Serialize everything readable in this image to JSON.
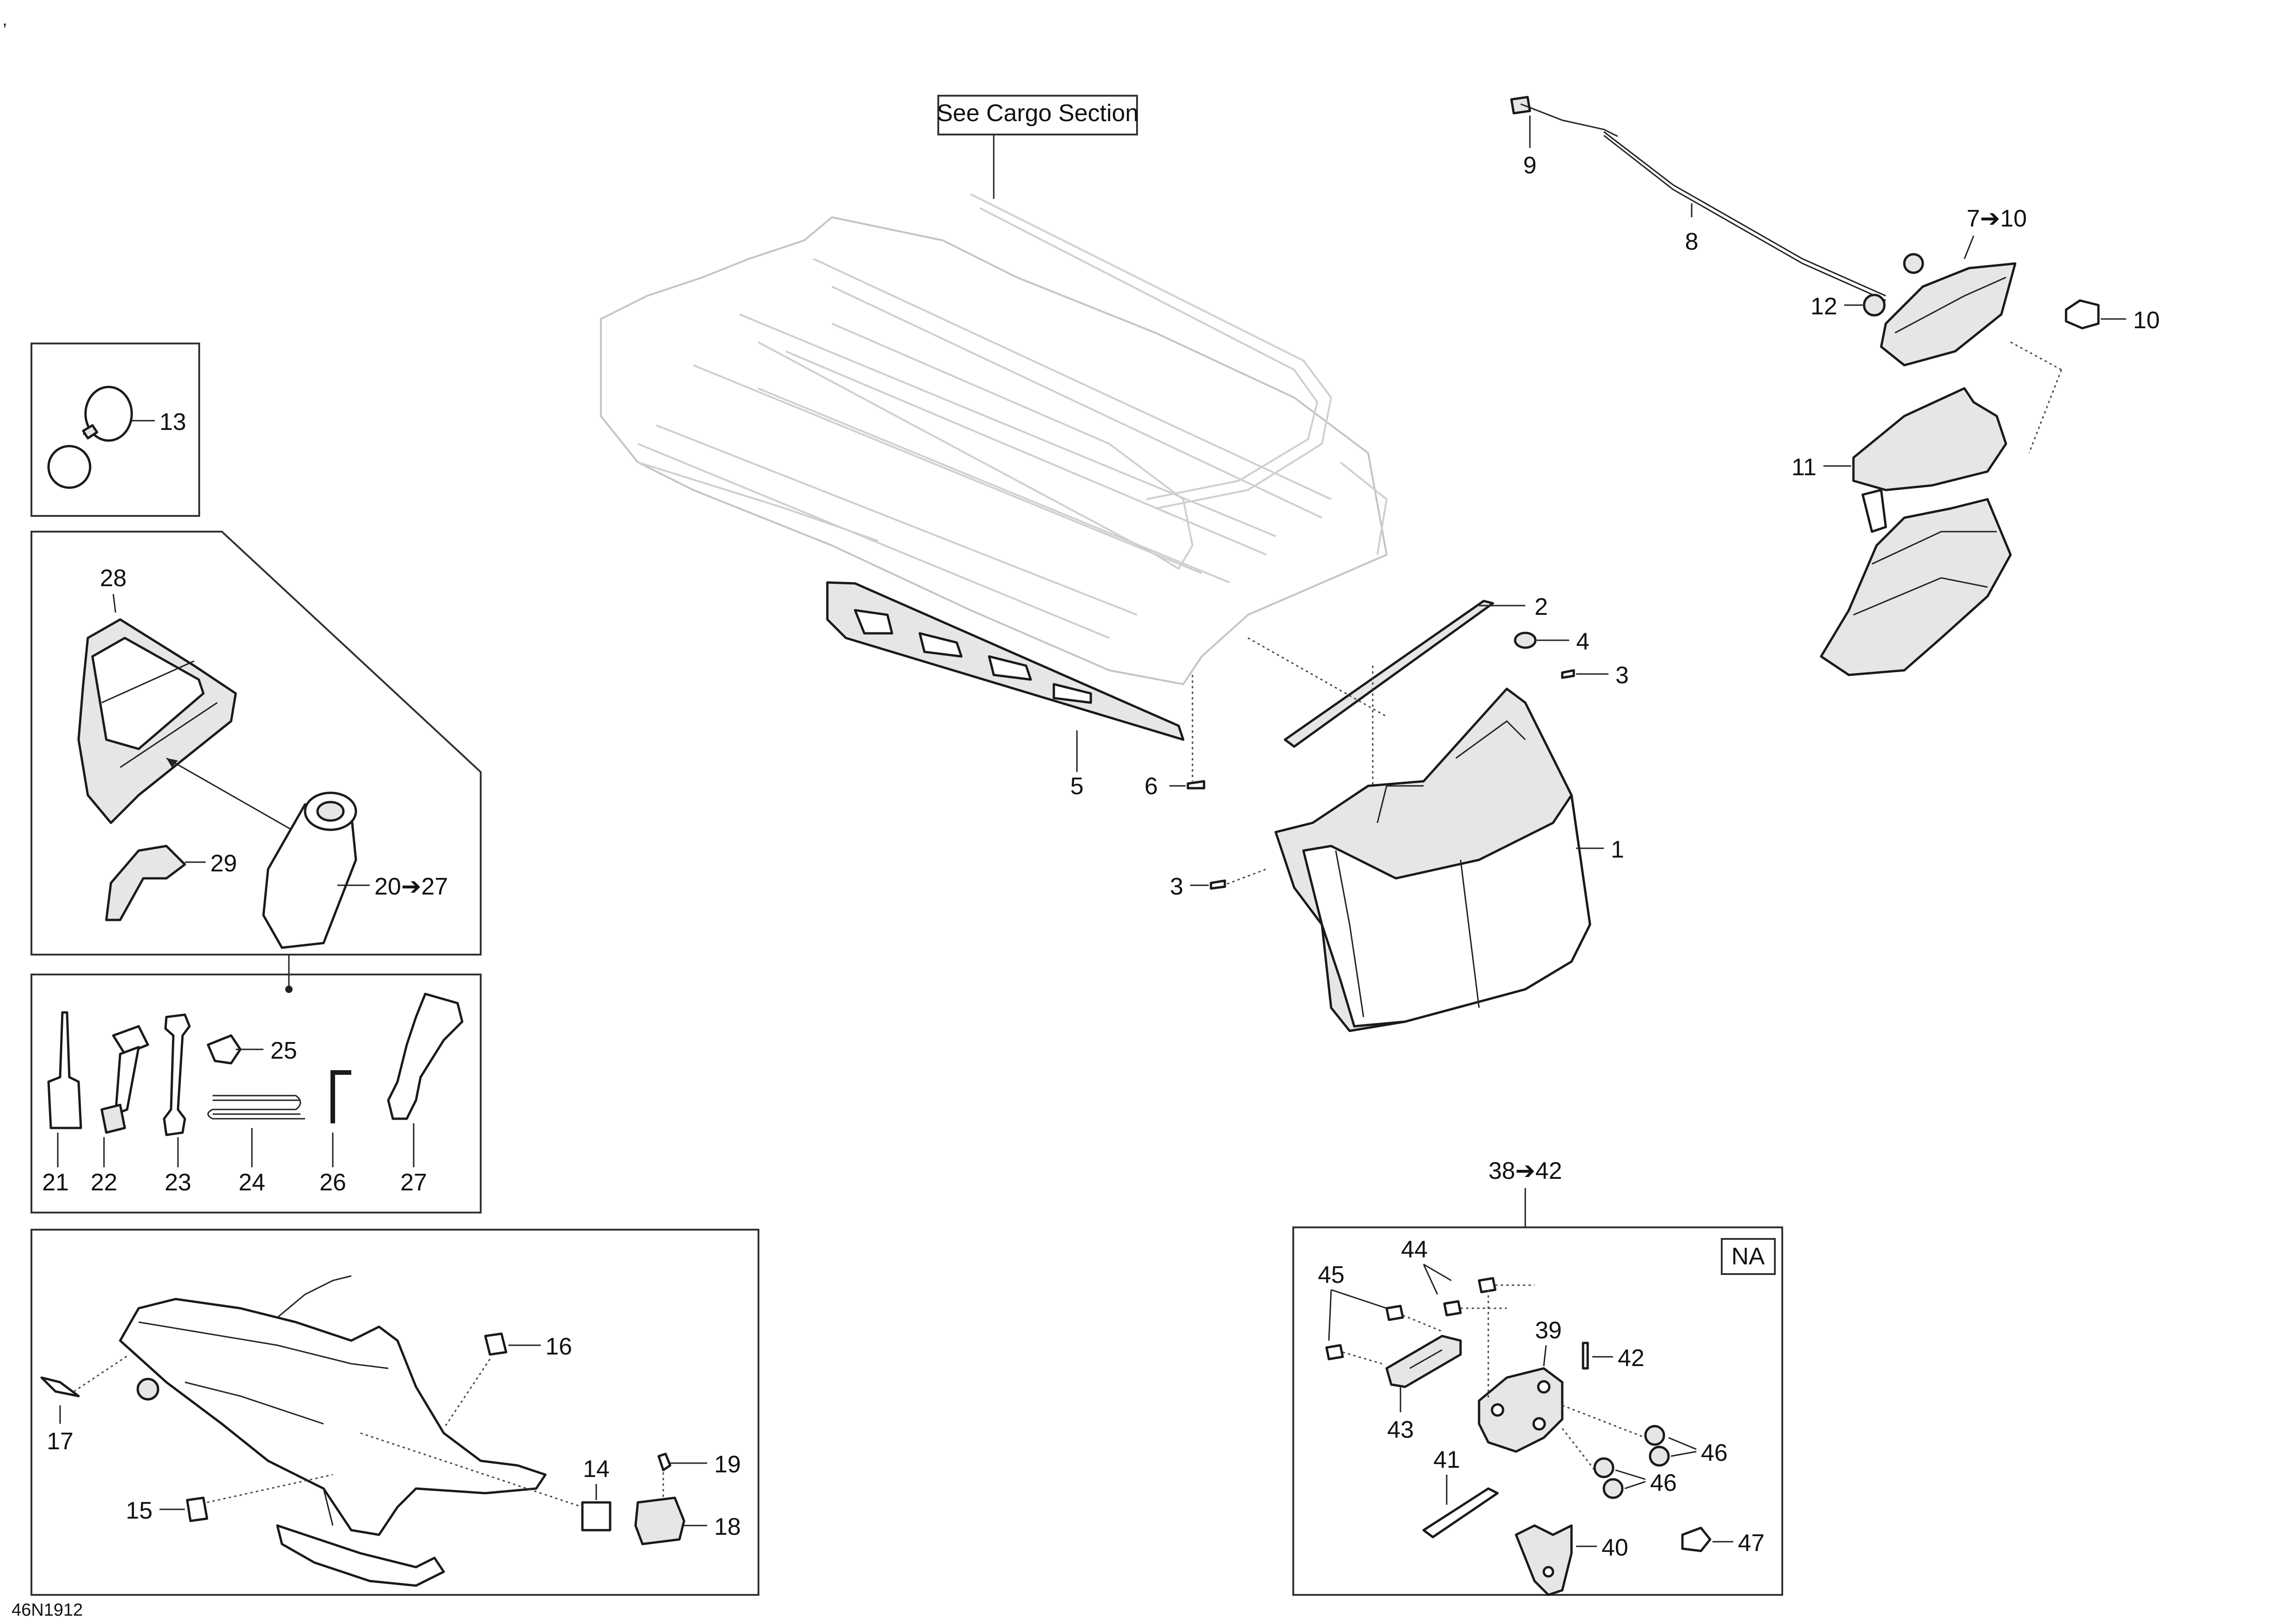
{
  "diagram": {
    "code": "46N1912",
    "corner_mark": ",",
    "notes": {
      "cargo": "See Cargo Section",
      "region": "NA"
    },
    "callouts": {
      "c1": "1",
      "c2": "2",
      "c3a": "3",
      "c3b": "3",
      "c4": "4",
      "c5": "5",
      "c6": "6",
      "c7_10": "7➔10",
      "c8": "8",
      "c9": "9",
      "c10": "10",
      "c11": "11",
      "c12": "12",
      "c13": "13",
      "c14": "14",
      "c15": "15",
      "c16": "16",
      "c17": "17",
      "c18": "18",
      "c19": "19",
      "c20_27": "20➔27",
      "c21": "21",
      "c22": "22",
      "c23": "23",
      "c24": "24",
      "c25": "25",
      "c26": "26",
      "c27": "27",
      "c28": "28",
      "c29": "29",
      "c38_42": "38➔42",
      "c39": "39",
      "c40": "40",
      "c41": "41",
      "c42": "42",
      "c43": "43",
      "c44": "44",
      "c45": "45",
      "c46a": "46",
      "c46b": "46",
      "c47": "47"
    }
  }
}
